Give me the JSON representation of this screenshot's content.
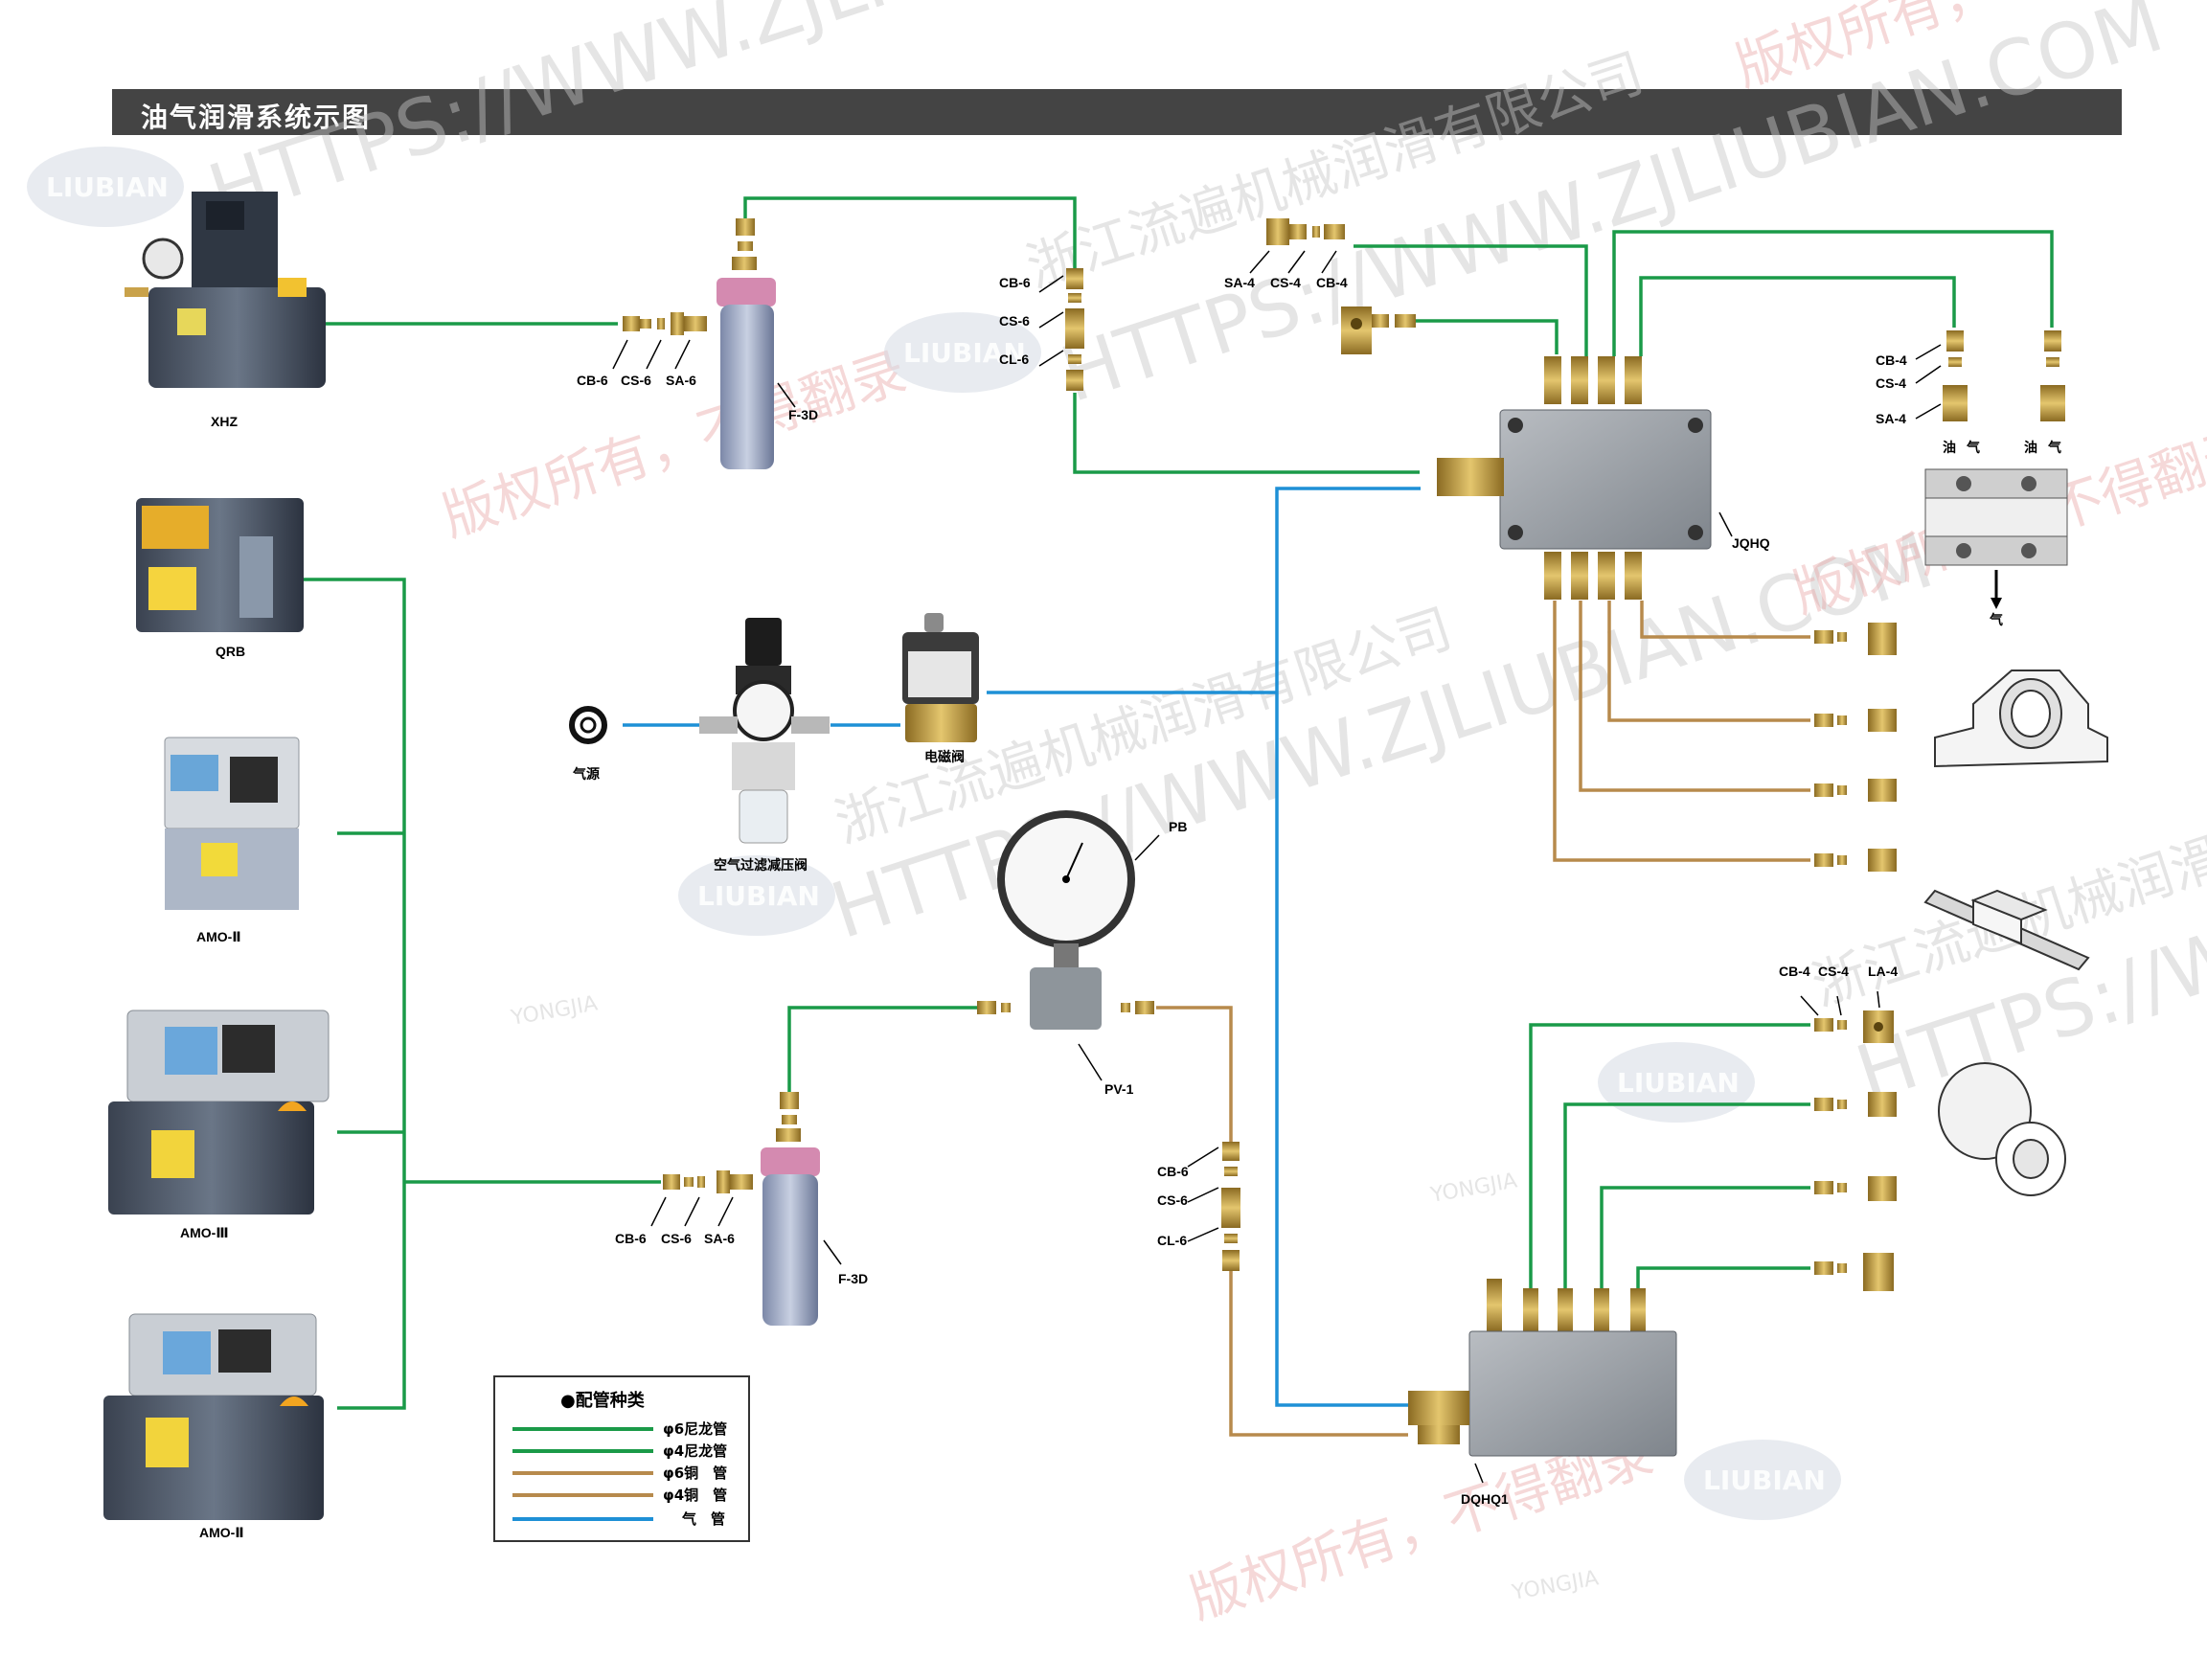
{
  "header": {
    "title": "油气润滑系统示图"
  },
  "colors": {
    "green": "#1a9a48",
    "brown": "#b78a4c",
    "blue": "#1e90d6",
    "brass": "#c9a24a"
  },
  "labels": {
    "xhz": "XHZ",
    "qrb": "QRB",
    "amo2a": "AMO-Ⅱ",
    "amo3": "AMO-Ⅲ",
    "amo2b": "AMO-Ⅱ",
    "cb6": "CB-6",
    "cs6": "CS-6",
    "sa6": "SA-6",
    "f3d": "F-3D",
    "cl6": "CL-6",
    "sa4": "SA-4",
    "cs4": "CS-4",
    "cb4": "CB-4",
    "la4": "LA-4",
    "jqhq": "JQHQ",
    "dqhq1": "DQHQ1",
    "pb": "PB",
    "pv1": "PV-1",
    "air_source": "气源",
    "air_filter": "空气过滤减压阀",
    "solenoid": "电磁阀",
    "oil": "油",
    "gas": "气"
  },
  "legend": {
    "title": "●配管种类",
    "items": [
      {
        "label": "φ6尼龙管",
        "color": "#1a9a48"
      },
      {
        "label": "φ4尼龙管",
        "color": "#1a9a48"
      },
      {
        "label": "φ6铜　管",
        "color": "#b78a4c"
      },
      {
        "label": "φ4铜　管",
        "color": "#b78a4c"
      },
      {
        "label": "气　管",
        "color": "#1e90d6"
      }
    ]
  },
  "watermarks": {
    "site": "HTTPS://WWW.ZJLIUBIAN.COM",
    "company": "浙江流遍机械润滑有限公司",
    "copyright": "版权所有，不得翻录",
    "brand": "LIUBIAN",
    "brand2": "YONGJIA"
  }
}
